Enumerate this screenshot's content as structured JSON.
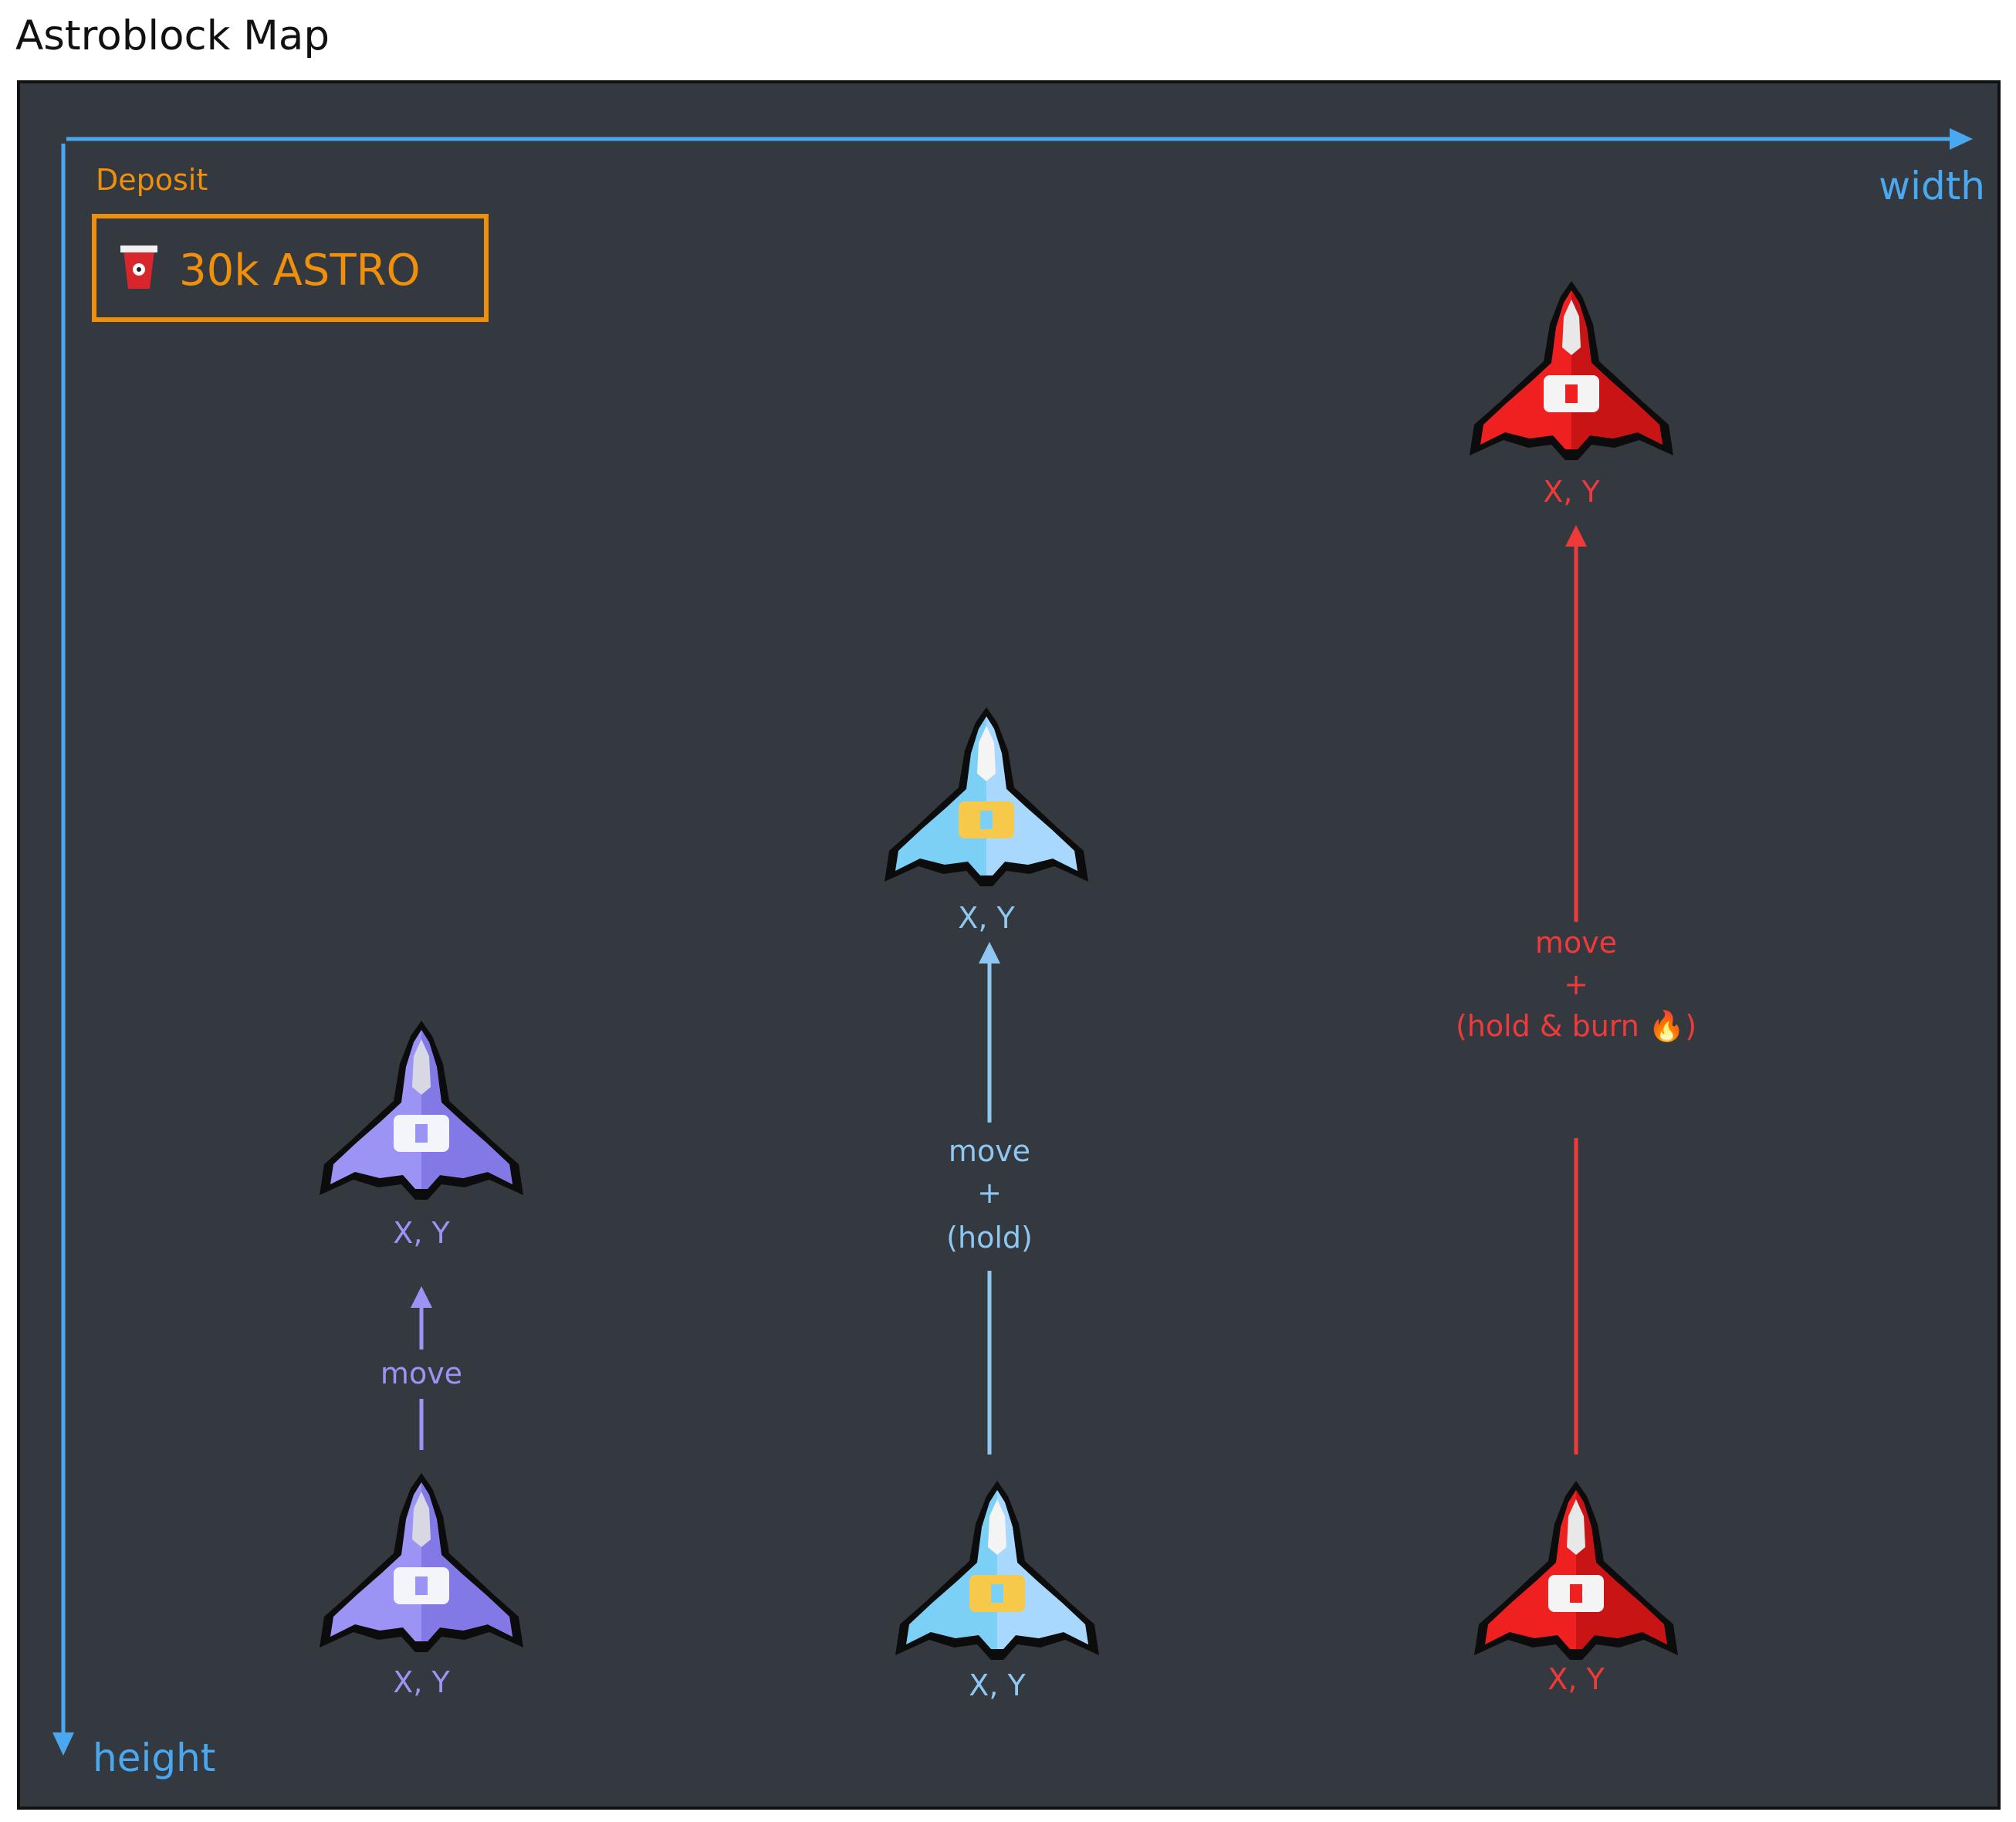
{
  "title": "Astroblock Map",
  "axes": {
    "x_label": "width",
    "y_label": "height"
  },
  "deposit": {
    "label": "Deposit",
    "amount": "30k ASTRO",
    "icon": "red-cup-icon"
  },
  "colors": {
    "board": "#343940",
    "axis": "#4aa8f0",
    "deposit": "#f0900a",
    "purple": "#9c94f4",
    "blue": "#8ec8f2",
    "red": "#f03a3a"
  },
  "columns": [
    {
      "name": "purple",
      "ship_style": "purple-ship-icon",
      "from_label": "X, Y",
      "to_label": "X, Y",
      "action": [
        "move"
      ]
    },
    {
      "name": "rainbow",
      "ship_style": "rainbow-ship-icon",
      "from_label": "X, Y",
      "to_label": "X, Y",
      "action": [
        "move",
        "+",
        "(hold)"
      ]
    },
    {
      "name": "red",
      "ship_style": "red-ship-icon",
      "from_label": "X, Y",
      "to_label": "X, Y",
      "action": [
        "move",
        "+",
        "(hold & burn 🔥)"
      ]
    }
  ]
}
